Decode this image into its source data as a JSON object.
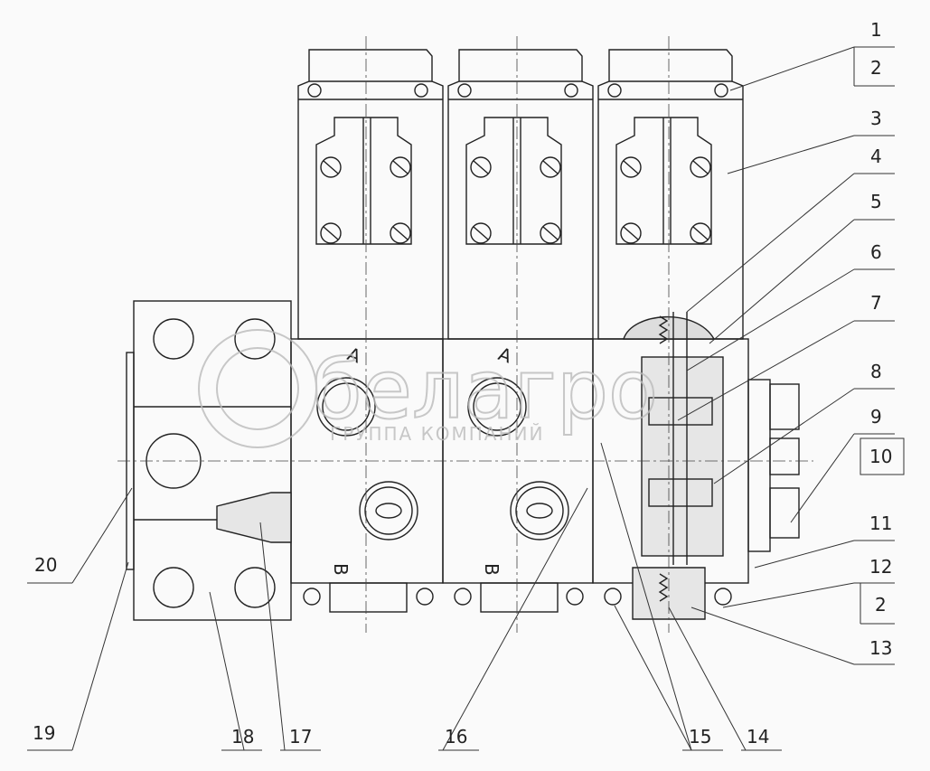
{
  "drawing": {
    "port_labels": [
      "A",
      "A",
      "B",
      "B"
    ],
    "callouts": {
      "right": [
        "1",
        "2",
        "3",
        "4",
        "5",
        "6",
        "7",
        "8",
        "9",
        "10",
        "11",
        "12",
        "2",
        "13"
      ],
      "bottom": [
        "19",
        "18",
        "17",
        "16",
        "15",
        "14"
      ],
      "left": [
        "20"
      ]
    },
    "watermark": {
      "logo": "белагро",
      "tagline": "ГРУППА КОМПАНИЙ"
    }
  }
}
